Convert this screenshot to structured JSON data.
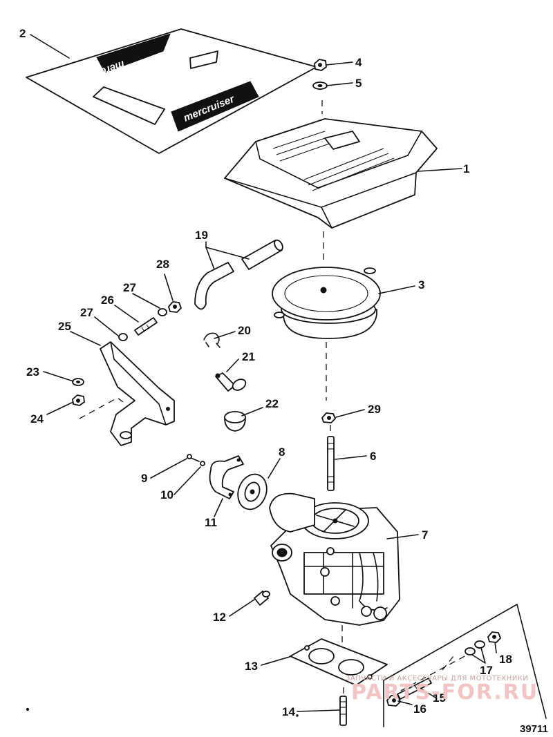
{
  "diagram": {
    "figure_number": "39711",
    "decal_text": "mercruiser",
    "callouts": [
      "1",
      "2",
      "3",
      "4",
      "5",
      "6",
      "7",
      "8",
      "9",
      "10",
      "11",
      "12",
      "13",
      "14",
      "15",
      "16",
      "17",
      "18",
      "19",
      "20",
      "21",
      "22",
      "23",
      "24",
      "25",
      "26",
      "27",
      "27",
      "28",
      "29"
    ],
    "watermark": {
      "tagline": "ЗАПЧАСТИ И АКСЕССУАРЫ ДЛЯ МОТОТЕХНИКИ",
      "site": "PARTS-FOR.RU"
    }
  }
}
